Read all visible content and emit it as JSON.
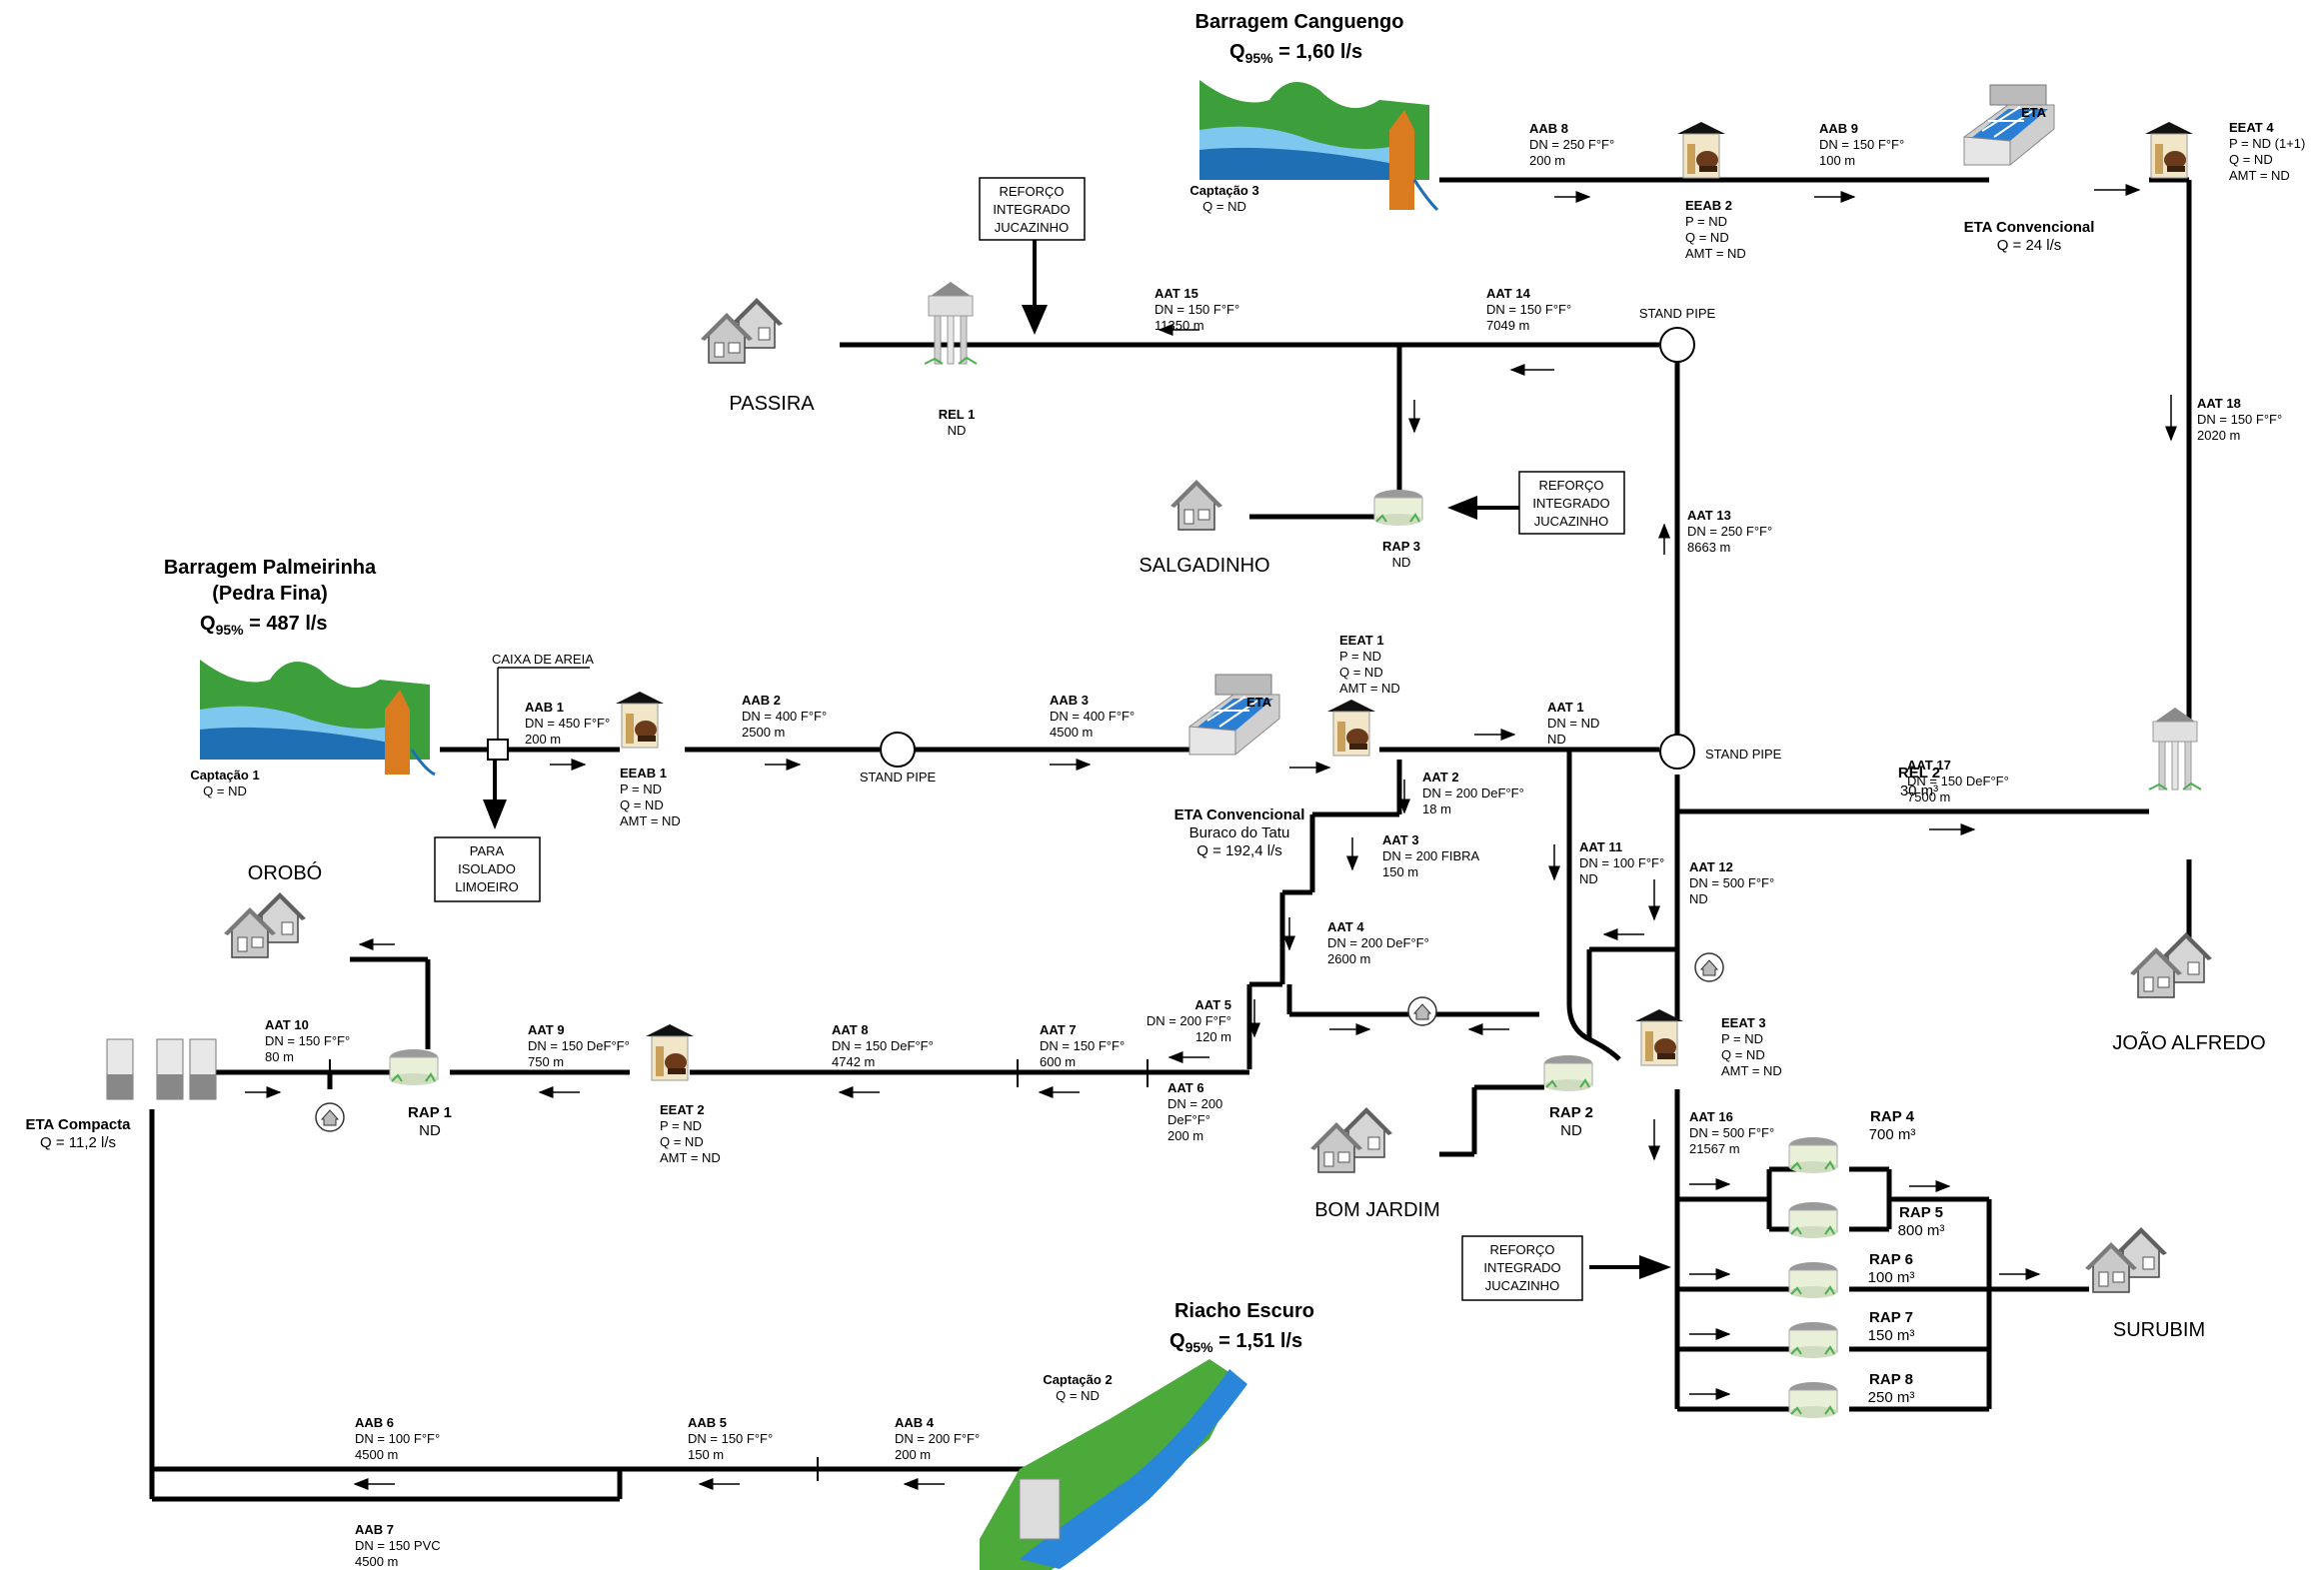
{
  "titles": {
    "canguengo_name": "Barragem Canguengo",
    "canguengo_q_pre": "Q",
    "canguengo_q_sub": "95%",
    "canguengo_q_val": " = 1,60 l/s",
    "palmeirinha_name1": "Barragem Palmeirinha",
    "palmeirinha_name2": "(Pedra Fina)",
    "palmeirinha_q_pre": "Q",
    "palmeirinha_q_sub": "95%",
    "palmeirinha_q_val": " = 487 l/s",
    "riacho_name": "Riacho Escuro",
    "riacho_q_pre": "Q",
    "riacho_q_sub": "95%",
    "riacho_q_val": " = 1,51 l/s"
  },
  "cities": {
    "passira": "PASSIRA",
    "salgadinho": "SALGADINHO",
    "oroboo": "OROBÓ",
    "bom_jardim": "BOM JARDIM",
    "joao_alfredo": "JOÃO ALFREDO",
    "surubim": "SURUBIM"
  },
  "boxes": {
    "reforco_top": [
      "REFORÇO",
      "INTEGRADO",
      "JUCAZINHO"
    ],
    "reforco_mid": [
      "REFORÇO",
      "INTEGRADO",
      "JUCAZINHO"
    ],
    "reforco_bottom": [
      "REFORÇO",
      "INTEGRADO",
      "JUCAZINHO"
    ],
    "para_isolado": [
      "PARA",
      "ISOLADO",
      "LIMOEIRO"
    ]
  },
  "labels": {
    "captacao3": [
      "Captação 3",
      "Q = ND"
    ],
    "captacao1": [
      "Captação 1",
      "Q = ND"
    ],
    "captacao2": [
      "Captação 2",
      "Q = ND"
    ],
    "aab8": [
      "AAB 8",
      "DN = 250 F°F°",
      "200 m"
    ],
    "aab9": [
      "AAB 9",
      "DN = 150 F°F°",
      "100 m"
    ],
    "eeab2": [
      "EEAB 2",
      "P = ND",
      "Q = ND",
      "AMT = ND"
    ],
    "eta_conv": [
      "ETA Convencional",
      "Q = 24 l/s"
    ],
    "eeat4": [
      "EEAT 4",
      "P = ND (1+1)",
      "Q = ND",
      "AMT = ND"
    ],
    "aat15": [
      "AAT 15",
      "DN = 150 F°F°",
      "11350 m"
    ],
    "aat14": [
      "AAT 14",
      "DN = 150 F°F°",
      "7049 m"
    ],
    "standpipe1": "STAND PIPE",
    "rel1": [
      "REL 1",
      "ND"
    ],
    "aat18": [
      "AAT 18",
      "DN = 150 F°F°",
      "2020 m"
    ],
    "rap3": [
      "RAP 3",
      "ND"
    ],
    "aat13": [
      "AAT 13",
      "DN = 250 F°F°",
      "8663 m"
    ],
    "caixa_areia": "CAIXA DE AREIA",
    "aab1": [
      "AAB 1",
      "DN = 450 F°F°",
      "200 m"
    ],
    "eeab1": [
      "EEAB 1",
      "P = ND",
      "Q = ND",
      "AMT = ND"
    ],
    "aab2": [
      "AAB 2",
      "DN = 400 F°F°",
      "2500 m"
    ],
    "standpipe2": "STAND PIPE",
    "aab3": [
      "AAB 3",
      "DN = 400 F°F°",
      "4500 m"
    ],
    "eta_tatu": [
      "ETA Convencional",
      "Buraco do Tatu",
      "Q = 192,4 l/s"
    ],
    "eeat1": [
      "EEAT 1",
      "P = ND",
      "Q = ND",
      "AMT = ND"
    ],
    "aat1": [
      "AAT 1",
      "DN = ND",
      "ND"
    ],
    "standpipe3": "STAND PIPE",
    "aat17": [
      "AAT 17",
      "DN = 150 DeF°F°",
      "7500 m"
    ],
    "rel2": [
      "REL 2",
      "30 m³"
    ],
    "aat2": [
      "AAT 2",
      "DN = 200 DeF°F°",
      "18 m"
    ],
    "aat3": [
      "AAT 3",
      "DN = 200 FIBRA",
      "150 m"
    ],
    "aat11": [
      "AAT 11",
      "DN = 100 F°F°",
      "ND"
    ],
    "aat12": [
      "AAT 12",
      "DN = 500 F°F°",
      "ND"
    ],
    "aat4": [
      "AAT 4",
      "DN = 200 DeF°F°",
      "2600 m"
    ],
    "aat5": [
      "AAT 5",
      "DN = 200 F°F°",
      "120 m"
    ],
    "aat6": [
      "AAT 6",
      "DN = 200",
      "DeF°F°",
      "200 m"
    ],
    "aat7": [
      "AAT 7",
      "DN = 150 F°F°",
      "600 m"
    ],
    "aat8": [
      "AAT 8",
      "DN = 150 DeF°F°",
      "4742 m"
    ],
    "eeat2": [
      "EEAT 2",
      "P = ND",
      "Q = ND",
      "AMT = ND"
    ],
    "aat9": [
      "AAT 9",
      "DN = 150 DeF°F°",
      "750 m"
    ],
    "rap1": [
      "RAP 1",
      "ND"
    ],
    "aat10": [
      "AAT 10",
      "DN = 150 F°F°",
      "80 m"
    ],
    "eta_compacta": [
      "ETA Compacta",
      "Q = 11,2 l/s"
    ],
    "rap2": [
      "RAP 2",
      "ND"
    ],
    "eeat3": [
      "EEAT 3",
      "P = ND",
      "Q = ND",
      "AMT = ND"
    ],
    "aat16": [
      "AAT 16",
      "DN = 500 F°F°",
      "21567 m"
    ],
    "rap4": [
      "RAP 4",
      "700 m³"
    ],
    "rap5": [
      "RAP 5",
      "800 m³"
    ],
    "rap6": [
      "RAP 6",
      "100 m³"
    ],
    "rap7": [
      "RAP 7",
      "150 m³"
    ],
    "rap8": [
      "RAP 8",
      "250 m³"
    ],
    "aab6": [
      "AAB 6",
      "DN = 100 F°F°",
      "4500 m"
    ],
    "aab5": [
      "AAB 5",
      "DN = 150 F°F°",
      "150 m"
    ],
    "aab4": [
      "AAB 4",
      "DN = 200 F°F°",
      "200 m"
    ],
    "aab7": [
      "AAB 7",
      "DN = 150 PVC",
      "4500 m"
    ]
  },
  "eta_tag": "ETA",
  "colors": {
    "pipe": "#000000",
    "water": "#1f7fd0",
    "grass": "#3aa63a",
    "mountain_light": "#9dd63a",
    "tank_body": "#e8f0d8",
    "house": "#bfbfbf",
    "pump_house": "#f2e6c8",
    "pump_body": "#6b3a1a"
  }
}
